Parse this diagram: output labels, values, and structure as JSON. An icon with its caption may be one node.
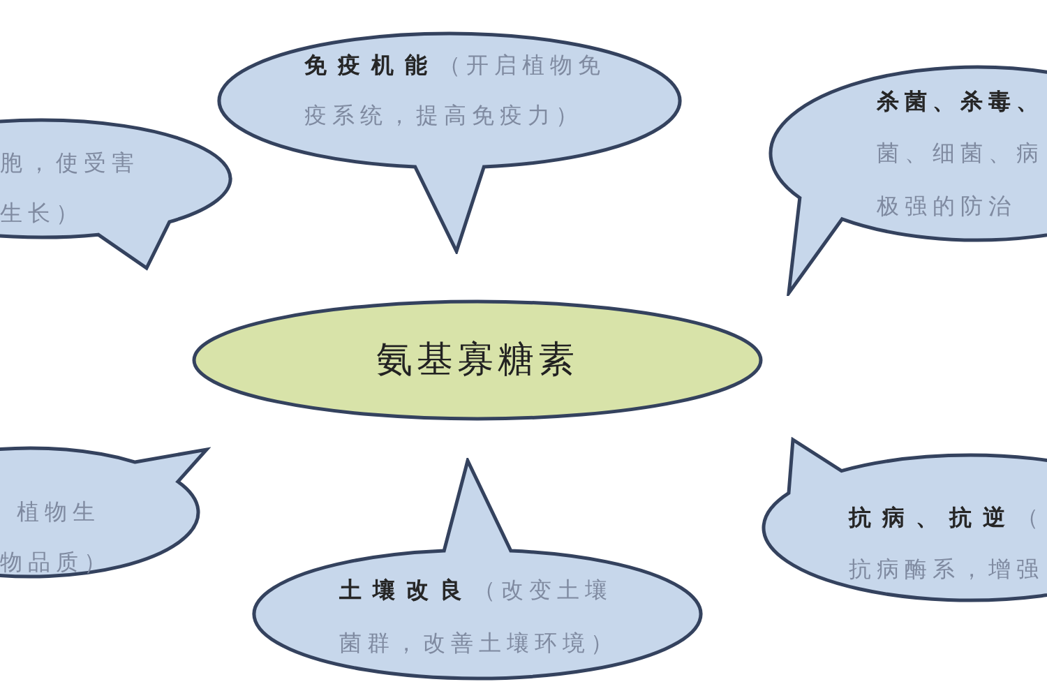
{
  "diagram": {
    "nodes": [
      {
        "text": [
          "**免疫机能**（开启植物免疫系统，提高免疫力）"
        ]
      },
      {
        "text": [
          "胞，使受害生长）"
        ]
      },
      {
        "text": [
          "杀菌、杀毒、",
          "菌、细菌、病极强的防治"
        ]
      },
      {
        "text": [
          "氨基寡糖素"
        ]
      },
      {
        "text": [
          "植物生物品质）"
        ]
      },
      {
        "text": [
          "**抗病、抗逆**（",
          "抗病酶系，增强"
        ]
      },
      {
        "text": [
          "**土壤改良**（改变土壤菌群，改善土壤环境）"
        ]
      }
    ]
  }
}
